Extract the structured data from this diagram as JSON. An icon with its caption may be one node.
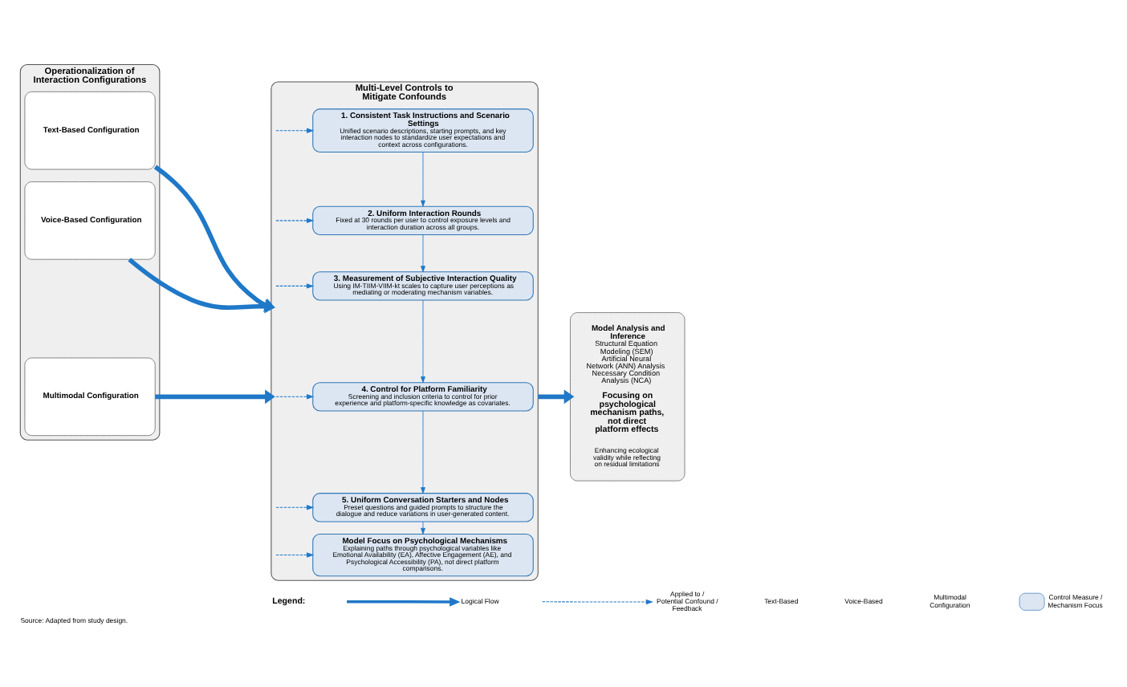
{
  "diagram": {
    "caption": "Source: Adapted from study design.",
    "nodes": [
      {
        "text": [
          "Operationalization of Interaction Configurations"
        ]
      },
      {
        "text": [
          "Text-Based Configuration"
        ],
        "in": 0
      },
      {
        "text": [
          "Voice-Based Configuration"
        ],
        "in": 0
      },
      {
        "text": [
          "Multimodal Configuration"
        ],
        "in": 0
      },
      {
        "text": [
          "Multi-Level Controls to Mitigate Confounds"
        ]
      },
      {
        "text": [
          "1. Consistent Task Instructions and Scenario Settings",
          "Unified scenario descriptions, starting prompts, and key interaction nodes to standardize user expectations and context across configurations."
        ],
        "in": 4
      },
      {
        "text": [
          "2. Uniform Interaction Rounds",
          "Fixed at 30 rounds per user to control exposure levels and interaction duration across all groups."
        ],
        "in": 4
      },
      {
        "text": [
          "3. Measurement of Subjective Interaction Quality",
          "Using IM-TIIM-VIIM-kt scales to capture user perceptions as mediating or moderating mechanism variables."
        ],
        "in": 4
      },
      {
        "text": [
          "4. Control for Platform Familiarity",
          "Screening and inclusion criteria to control for prior experience and platform-specific knowledge as covariates."
        ],
        "in": 4
      },
      {
        "text": [
          "5. Uniform Conversation Starters and Nodes",
          "Preset questions and guided prompts to structure the dialogue and reduce variations in user-generated content."
        ],
        "in": 4
      },
      {
        "text": [
          "Model Focus on Psychological Mechanisms",
          "Explaining paths through psychological variables like Emotional Availability (EA), Affective Engagement (AE), and Psychological Accessibility (PA), not direct platform comparisons."
        ],
        "in": 4
      },
      {
        "text": [
          "Model Analysis and Inference",
          "Structural Equation Modeling (SEM)",
          "Artificial Neural Network (ANN) Analysis",
          "Necessary Condition Analysis (NCA)",
          "Focusing on psychological mechanism paths, not direct platform effects",
          "Enhancing ecological validity while reflecting on residual limitations"
        ]
      }
    ],
    "edges": [
      {
        "from": 1,
        "to": 4,
        "arrow": "to",
        "style": "thick"
      },
      {
        "from": 2,
        "to": 4,
        "arrow": "to",
        "style": "thick"
      },
      {
        "from": 3,
        "to": 4,
        "arrow": "to",
        "style": "thick"
      },
      {
        "from": 4,
        "to": 11,
        "arrow": "to",
        "style": "thick"
      },
      {
        "from": 5,
        "to": 6,
        "arrow": "to"
      },
      {
        "from": 6,
        "to": 7,
        "arrow": "to"
      },
      {
        "from": 7,
        "to": 8,
        "arrow": "to"
      },
      {
        "from": 8,
        "to": 9,
        "arrow": "to"
      },
      {
        "from": 9,
        "to": 10,
        "arrow": "to"
      },
      {
        "from": 4,
        "to": 5,
        "arrow": "to",
        "style": "dashed"
      },
      {
        "from": 4,
        "to": 6,
        "arrow": "to",
        "style": "dashed"
      },
      {
        "from": 4,
        "to": 7,
        "arrow": "to",
        "style": "dashed"
      },
      {
        "from": 4,
        "to": 8,
        "arrow": "to",
        "style": "dashed"
      },
      {
        "from": 4,
        "to": 9,
        "arrow": "to",
        "style": "dashed"
      },
      {
        "from": 4,
        "to": 10,
        "arrow": "to",
        "style": "dashed"
      }
    ],
    "labels": [
      "Legend:"
    ],
    "legend": [
      {
        "text": "Logical Flow"
      },
      {
        "text": "Applied to / Potential Confound / Feedback"
      },
      {
        "text": "Text-Based"
      },
      {
        "text": "Voice-Based"
      },
      {
        "text": "Multimodal Configuration"
      },
      {
        "text": "Control Measure / Mechanism Focus",
        "color": "#dce6f2"
      }
    ]
  }
}
